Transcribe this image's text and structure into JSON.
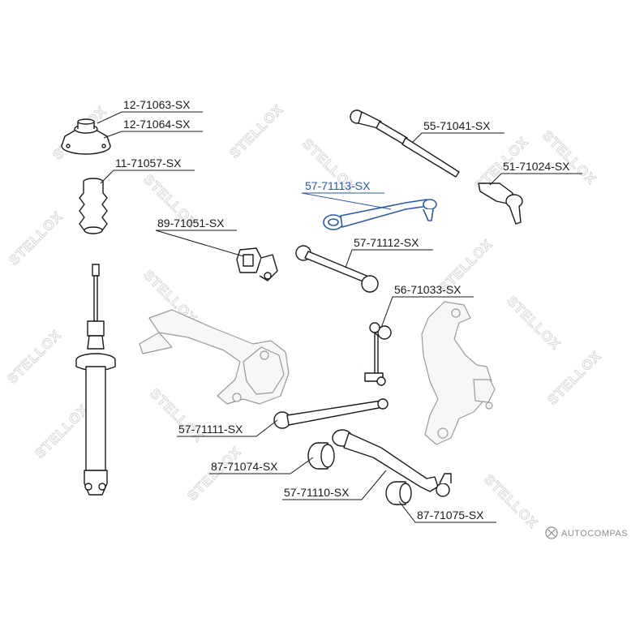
{
  "watermark": {
    "words": [
      "STELLOX",
      "STELLOX",
      "STELLOX",
      "STELLOX",
      "STELLOX",
      "STELLOX",
      "STELLOX",
      "STELLOX",
      "STELLOX",
      "STELLOX",
      "STELLOX",
      "STELLOX",
      "STELLOX",
      "STELLOX",
      "STELLOX",
      "STELLOX"
    ],
    "color": "#d2d2d2"
  },
  "highlight_color": "#2a5aa8",
  "parts": [
    {
      "id": "strut-mount",
      "label": "12-71063-SX",
      "icon": "strut-mount-icon"
    },
    {
      "id": "strut-mount-alt",
      "label": "12-71064-SX",
      "icon": "strut-mount-icon"
    },
    {
      "id": "dust-boot",
      "label": "11-71057-SX",
      "icon": "bump-stop-boot-icon"
    },
    {
      "id": "stabilizer-bushing",
      "label": "89-71051-SX",
      "icon": "bushing-icon"
    },
    {
      "id": "rear-lateral-arm",
      "label": "57-71113-SX",
      "icon": "control-arm-icon",
      "highlighted": true
    },
    {
      "id": "inner-tie-rod",
      "label": "55-71041-SX",
      "icon": "tie-rod-icon"
    },
    {
      "id": "tie-rod-end",
      "label": "51-71024-SX",
      "icon": "tie-rod-end-icon"
    },
    {
      "id": "upper-link",
      "label": "57-71112-SX",
      "icon": "control-arm-icon"
    },
    {
      "id": "stabilizer-link",
      "label": "56-71033-SX",
      "icon": "stabilizer-link-icon"
    },
    {
      "id": "trailing-link",
      "label": "57-71111-SX",
      "icon": "control-arm-icon"
    },
    {
      "id": "arm-bushing-front",
      "label": "87-71074-SX",
      "icon": "bushing-icon"
    },
    {
      "id": "lower-control-arm",
      "label": "57-71110-SX",
      "icon": "control-arm-icon"
    },
    {
      "id": "arm-bushing-rear",
      "label": "87-71075-SX",
      "icon": "bushing-icon"
    }
  ],
  "brand": {
    "text": "AUTOCOMPAS",
    "icon": "autocompas-logo-icon"
  }
}
